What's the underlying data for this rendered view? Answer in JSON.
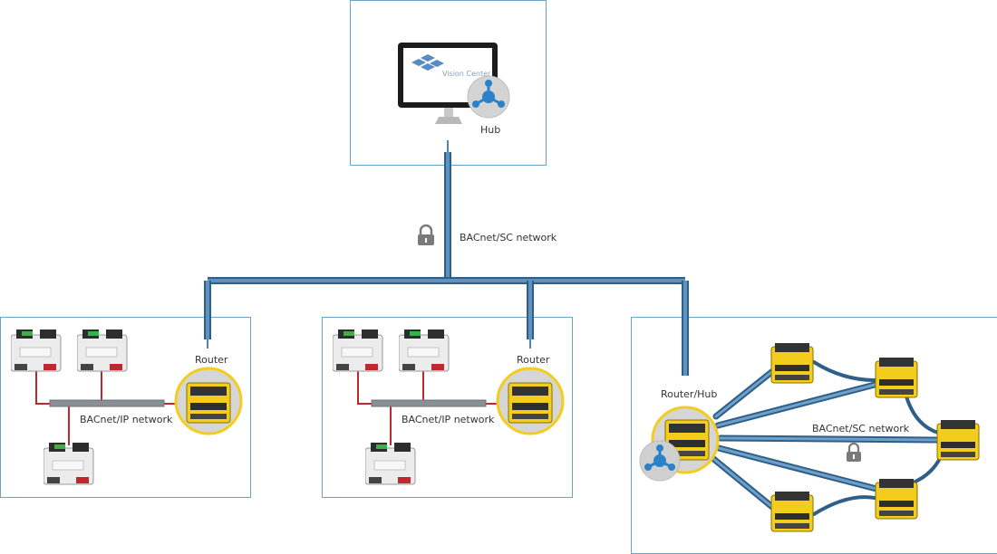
{
  "hub_label": "Hub",
  "vision_center_label": "Vision Center",
  "backbone_label": "BACnet/SC network",
  "router_label": "Router",
  "ip_network_label": "BACnet/IP network",
  "router_hub_label": "Router/Hub",
  "sc_network_label": "BACnet/SC network",
  "colors": {
    "frame": "#6aa2c8",
    "pipe": "#4f86b3",
    "pipe_edge": "#2f5f88",
    "ip_bus": "#8a8f96",
    "wire": "#c0282d",
    "router_yellow": "#f2cd1e",
    "hub_blue": "#2b82c9"
  },
  "icons": [
    "monitor-icon",
    "hub-icon",
    "lock-icon",
    "router-icon",
    "controller-icon"
  ]
}
